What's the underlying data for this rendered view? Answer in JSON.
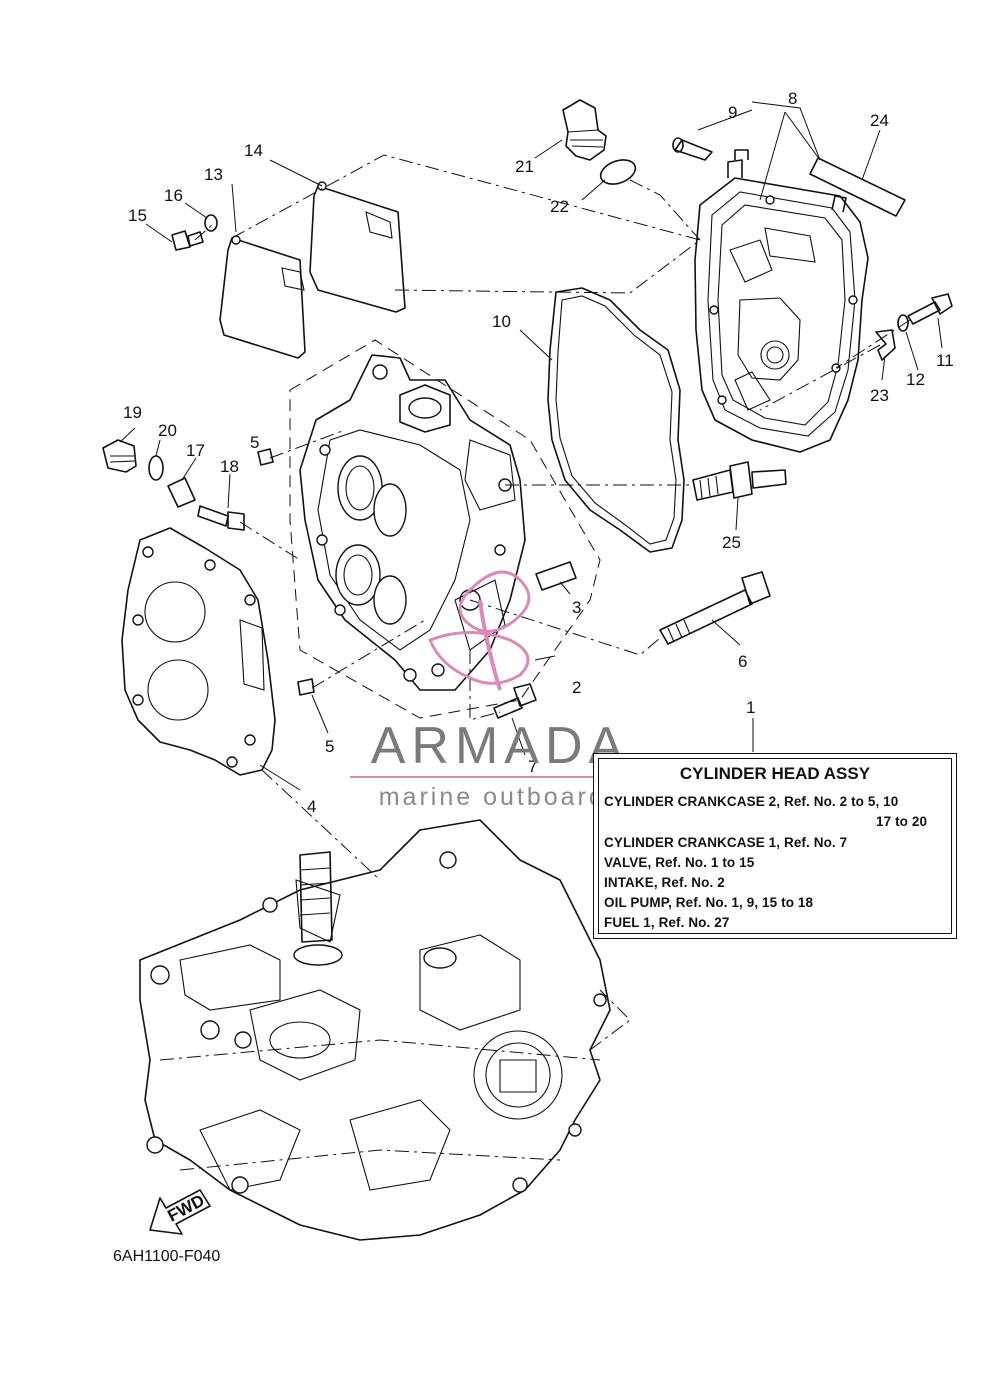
{
  "legend": {
    "title": "CYLINDER HEAD ASSY",
    "lines": [
      "CYLINDER CRANKCASE 2,  Ref. No. 2 to 5, 10",
      "17 to 20",
      "CYLINDER CRANKCASE 1,  Ref. No. 7",
      "VALVE,  Ref. No. 1 to 15",
      "INTAKE,  Ref. No. 2",
      "OIL PUMP,  Ref. No. 1, 9, 15 to 18",
      "FUEL 1,  Ref. No. 27"
    ]
  },
  "watermark": {
    "brand": "ARMADA",
    "tagline": "marine outboards",
    "accent_color": "#d98ab8"
  },
  "diagram_code": "6AH1100-F040",
  "fwd_label": "FWD",
  "callouts": [
    "1",
    "2",
    "3",
    "4",
    "5",
    "5",
    "6",
    "7",
    "8",
    "9",
    "10",
    "11",
    "12",
    "13",
    "14",
    "15",
    "16",
    "17",
    "18",
    "19",
    "20",
    "21",
    "22",
    "23",
    "24",
    "25"
  ]
}
